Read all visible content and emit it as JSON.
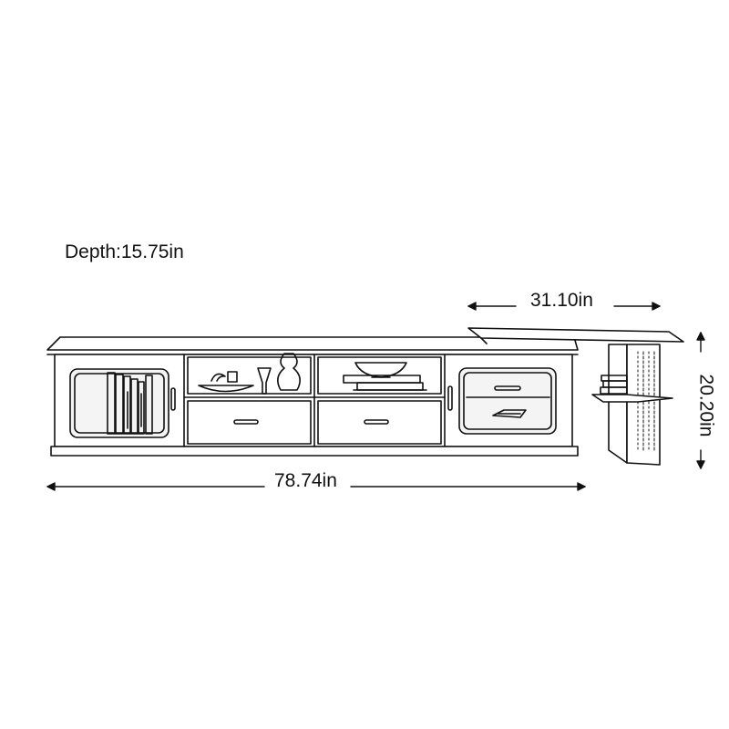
{
  "dimensions": {
    "depth": "Depth:15.75in",
    "width": "78.74in",
    "extension": "31.10in",
    "height": "20.20in"
  },
  "colors": {
    "line": "#111111",
    "background": "#ffffff",
    "fill": "#f4f4f4"
  }
}
